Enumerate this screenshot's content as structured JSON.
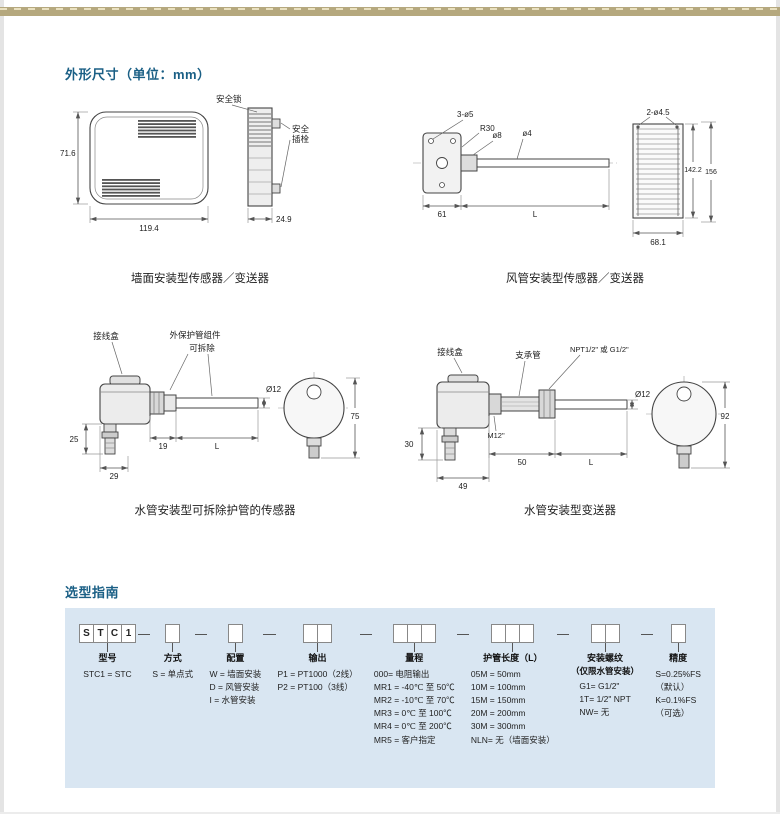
{
  "page": {
    "section1_title": "外形尺寸（单位：mm）",
    "section2_title": "选型指南"
  },
  "colors": {
    "accent_blue": "#1a5f85",
    "guide_box_bg": "#d9e6f2",
    "top_band_tan": "#b5a87e"
  },
  "drawings": {
    "wall": {
      "caption": "墙面安装型传感器／变送器",
      "label_lock": "安全锁",
      "label_pin_line1": "安全",
      "label_pin_line2": "插栓",
      "dim_height": "71.6",
      "dim_width": "119.4",
      "dim_depth": "24.9"
    },
    "duct": {
      "caption": "风管安装型传感器／变送器",
      "callout_holes": "3-ø5",
      "callout_radius": "R30",
      "dim_d8": "ø8",
      "dim_d4": "ø4",
      "callout_screws": "2-ø4.5",
      "dim_housing_h": "142.2",
      "dim_total_h": "156",
      "dim_flange_w": "61",
      "dim_length": "L",
      "dim_housing_w": "68.1"
    },
    "pipe_sensor": {
      "caption": "水管安装型可拆除护管的传感器",
      "label_box": "接线盒",
      "label_assembly_line1": "外保护管组件",
      "label_assembly_line2": "可拆除",
      "dim_gland": "25",
      "dim_box_w": "29",
      "dim_fitting": "19",
      "dim_length": "L",
      "dim_dia": "Ø12",
      "dim_head": "75"
    },
    "pipe_transmitter": {
      "caption": "水管安装型变送器",
      "label_box": "接线盒",
      "label_support": "支承管",
      "label_thread": "NPT1/2\" 或 G1/2\"",
      "label_m12": "M12\"",
      "dim_gland": "30",
      "dim_box_w": "49",
      "dim_support": "50",
      "dim_length": "L",
      "dim_dia": "Ø12",
      "dim_head": "92"
    }
  },
  "guide": {
    "code_cells": [
      "S",
      "T",
      "C",
      "1"
    ],
    "columns": [
      {
        "title": "型号",
        "lines": [
          "STC1 = STC"
        ]
      },
      {
        "title": "方式",
        "lines": [
          "S = 单点式"
        ]
      },
      {
        "title": "配置",
        "lines": [
          "W = 墙面安装",
          "D = 风管安装",
          "I = 水管安装"
        ]
      },
      {
        "title": "输出",
        "lines": [
          "P1 = PT1000（2线）",
          "P2 = PT100（3线）"
        ]
      },
      {
        "title": "量程",
        "lines": [
          "000= 电阻输出",
          "MR1 = -40℃ 至 50℃",
          "MR2 = -10℃ 至 70℃",
          "MR3 = 0℃ 至 100℃",
          "MR4 = 0℃ 至 200℃",
          "MR5 = 客户指定"
        ]
      },
      {
        "title": "护管长度（L）",
        "lines": [
          "05M = 50mm",
          "10M = 100mm",
          "15M = 150mm",
          "20M = 200mm",
          "30M = 300mm",
          "NLN= 无（墙面安装）"
        ]
      },
      {
        "title": "安装螺纹",
        "subtitle": "（仅限水管安装）",
        "lines": [
          "G1= G1/2\"",
          "1T= 1/2\" NPT",
          "NW= 无"
        ]
      },
      {
        "title": "精度",
        "lines": [
          "S=0.25%FS",
          "（默认）",
          "K=0.1%FS",
          "（可选）"
        ]
      }
    ]
  }
}
